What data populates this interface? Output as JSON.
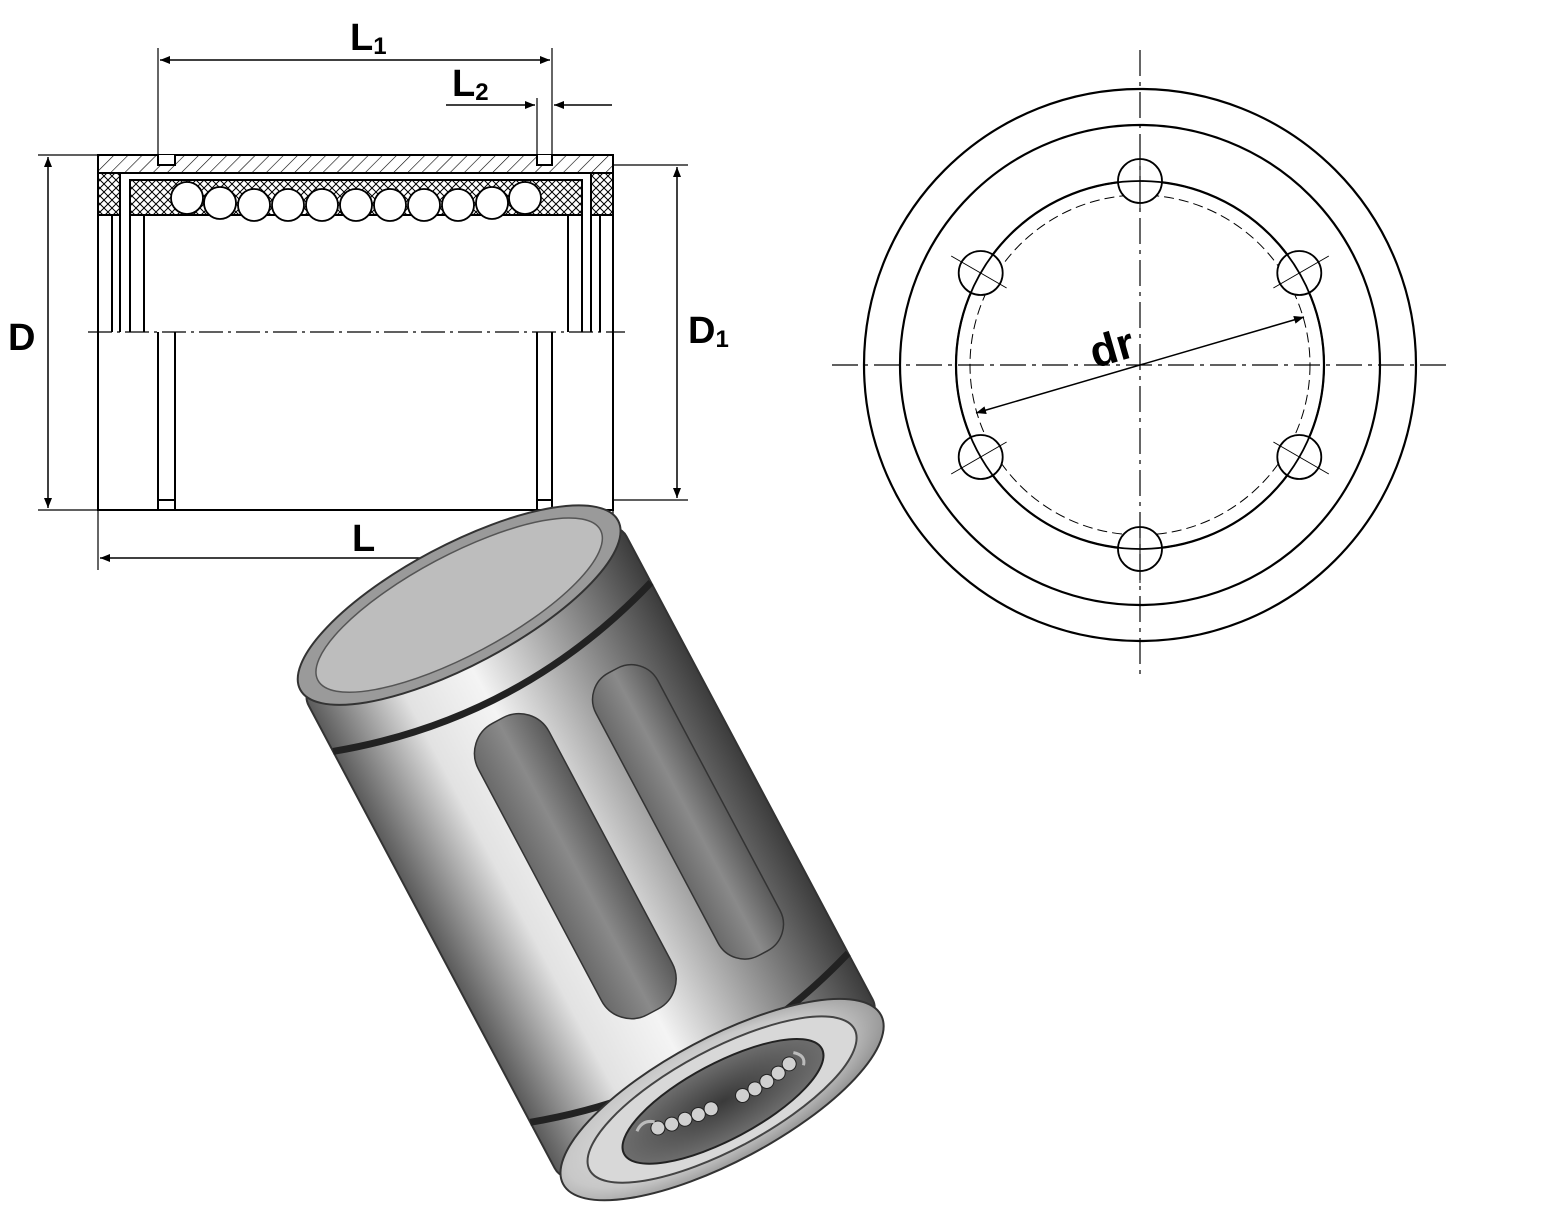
{
  "section_view": {
    "labels": {
      "overall_length": "L",
      "outer_diameter": "D",
      "ring_groove_diameter": "D",
      "groove_spacing": "L",
      "groove_width": "L"
    },
    "subscripts": {
      "ring_groove_diameter": "1",
      "groove_spacing": "1",
      "groove_width": "2"
    }
  },
  "end_view": {
    "labels": {
      "inscribed_diameter": "dr"
    },
    "ball_track_count": 6
  },
  "product_render": {
    "colors": {
      "steel_light": "#e6e6e6",
      "steel_mid": "#9a9a9a",
      "steel_dark": "#4a4a4a",
      "groove": "#333333"
    }
  },
  "colors": {
    "line": "#000000",
    "background": "#ffffff"
  }
}
